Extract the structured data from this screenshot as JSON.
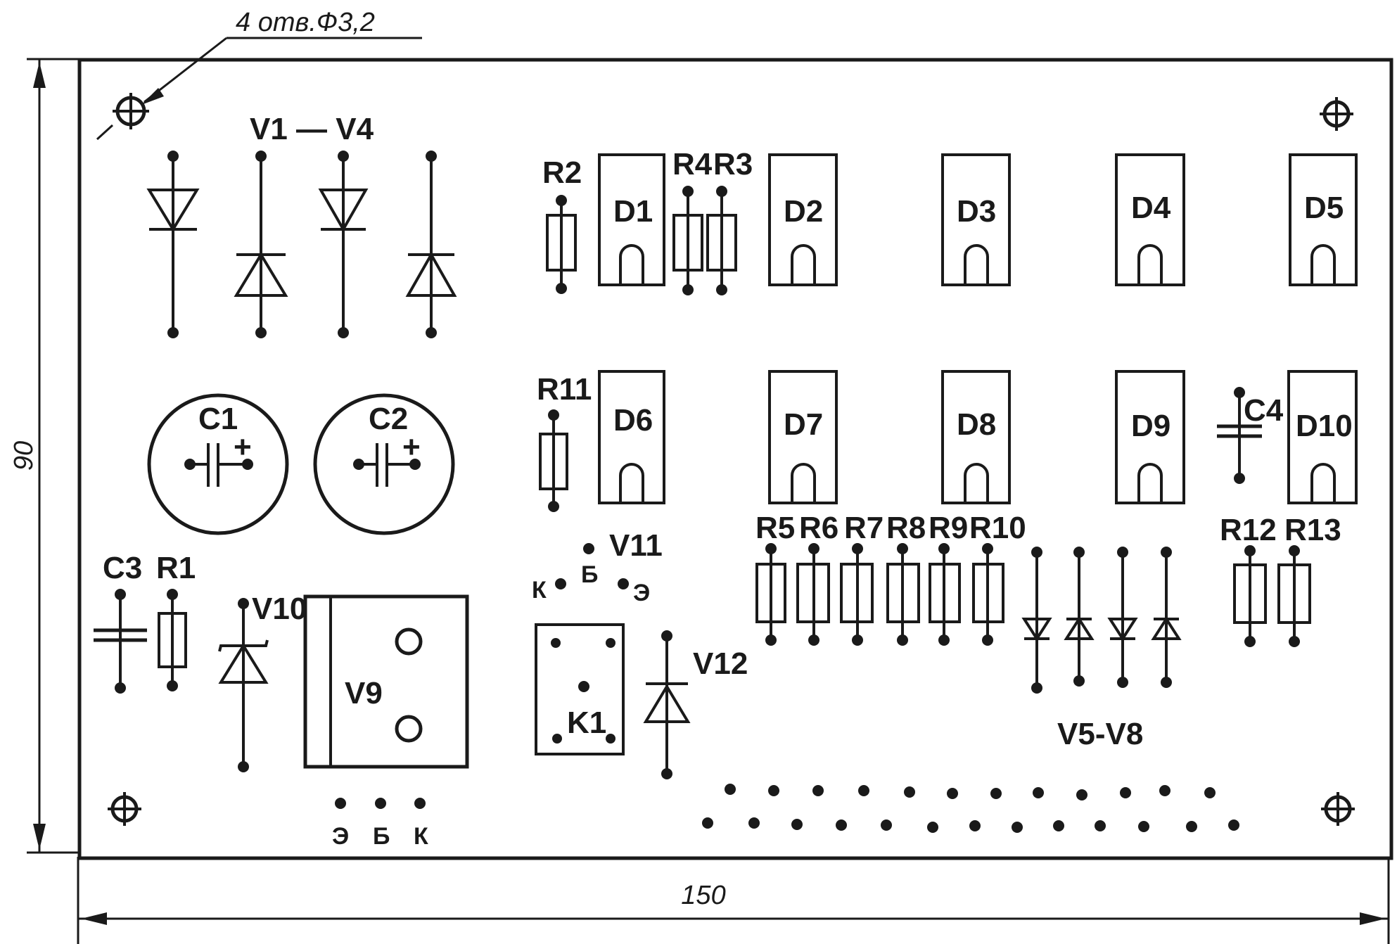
{
  "note": "4 отв.Ф3,2",
  "dim_width": "150",
  "dim_height": "90",
  "group_labels": {
    "diodes_top": "V1 — V4",
    "diodes_right": "V5-V8"
  },
  "chips": [
    "D1",
    "D2",
    "D3",
    "D4",
    "D5",
    "D6",
    "D7",
    "D8",
    "D9",
    "D10"
  ],
  "capacitors": {
    "c1": "C1",
    "c2": "C2",
    "c3": "C3",
    "c4": "C4",
    "plus": "+"
  },
  "resistors": {
    "r1": "R1",
    "r2": "R2",
    "r3": "R3",
    "r4": "R4",
    "r5": "R5",
    "r6": "R6",
    "r7": "R7",
    "r8": "R8",
    "r9": "R9",
    "r10": "R10",
    "r11": "R11",
    "r12": "R12",
    "r13": "R13"
  },
  "transistors": {
    "v9": "V9",
    "v10": "V10",
    "v11": "V11",
    "v12": "V12",
    "k1": "K1"
  },
  "pins": {
    "e": "Э",
    "b": "Б",
    "k": "К"
  },
  "colors": {
    "ink": "#1a1a1a",
    "paper": "#ffffff"
  }
}
